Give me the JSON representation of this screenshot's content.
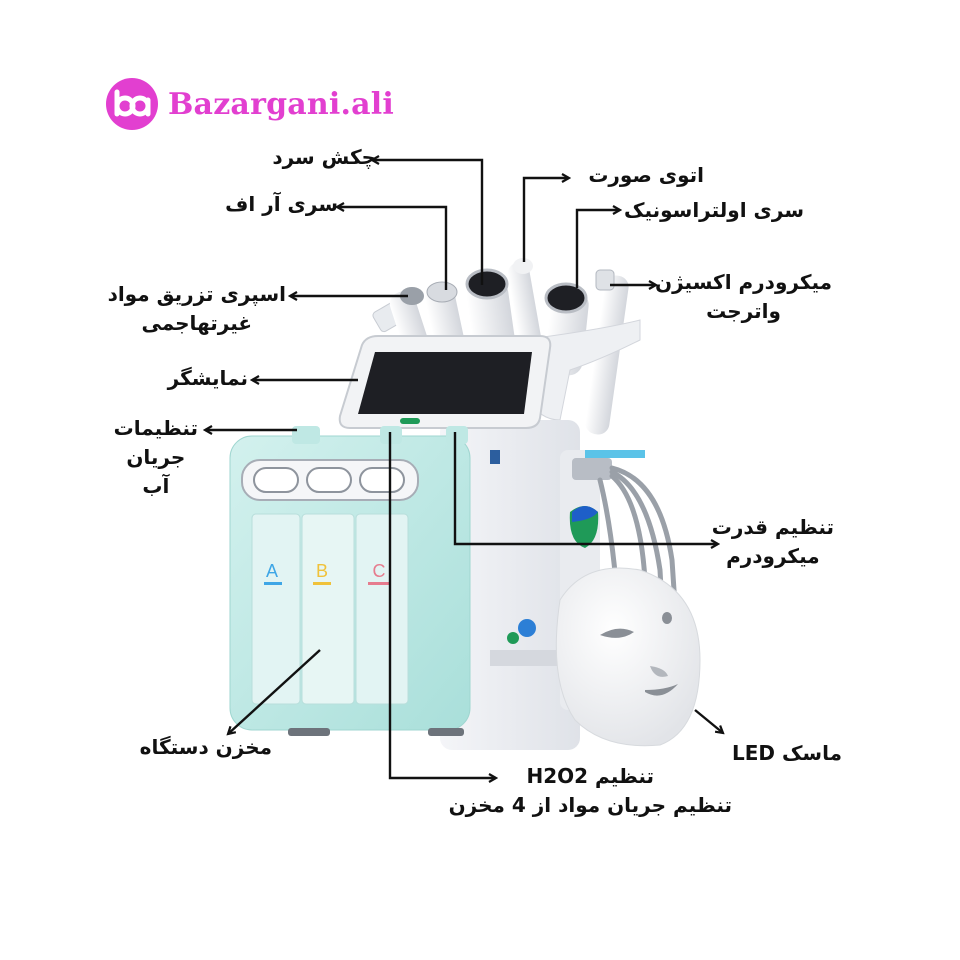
{
  "brand": {
    "name": "Bazargani.ali",
    "logo_text": "ba",
    "color": "#e23fd0"
  },
  "device": {
    "tank_labels": [
      {
        "letter": "A",
        "color": "#3ea6e6"
      },
      {
        "letter": "B",
        "color": "#f0c23a"
      },
      {
        "letter": "C",
        "color": "#e67c8e"
      }
    ],
    "body_color": "#bfe8e4",
    "panel_color": "#eef0f3",
    "screen_color": "#1e1f24"
  },
  "labels": {
    "cold_hammer": "چکش سرد",
    "rf_head": "سری آر اف",
    "spray_line1": "اسپری تزریق مواد",
    "spray_line2": "غیرتهاجمی",
    "display": "نمایشگر",
    "water_flow_line1": "تنظیمات",
    "water_flow_line2": "جریان",
    "water_flow_line3": "آب",
    "tank": "مخزن دستگاه",
    "face_iron": "اتوی صورت",
    "ultrasonic_head": "سری اولتراسونیک",
    "microderm_line1": "میکرودرم اکسیژن",
    "microderm_line2": "واترجت",
    "microderm_power_line1": "تنظیم قدرت",
    "microderm_power_line2": "میکرودرم",
    "led_mask": "ماسک LED",
    "h2o2_line1": "تنظیم H2O2",
    "h2o2_line2": "تنظیم جریان مواد از 4 مخزن"
  }
}
